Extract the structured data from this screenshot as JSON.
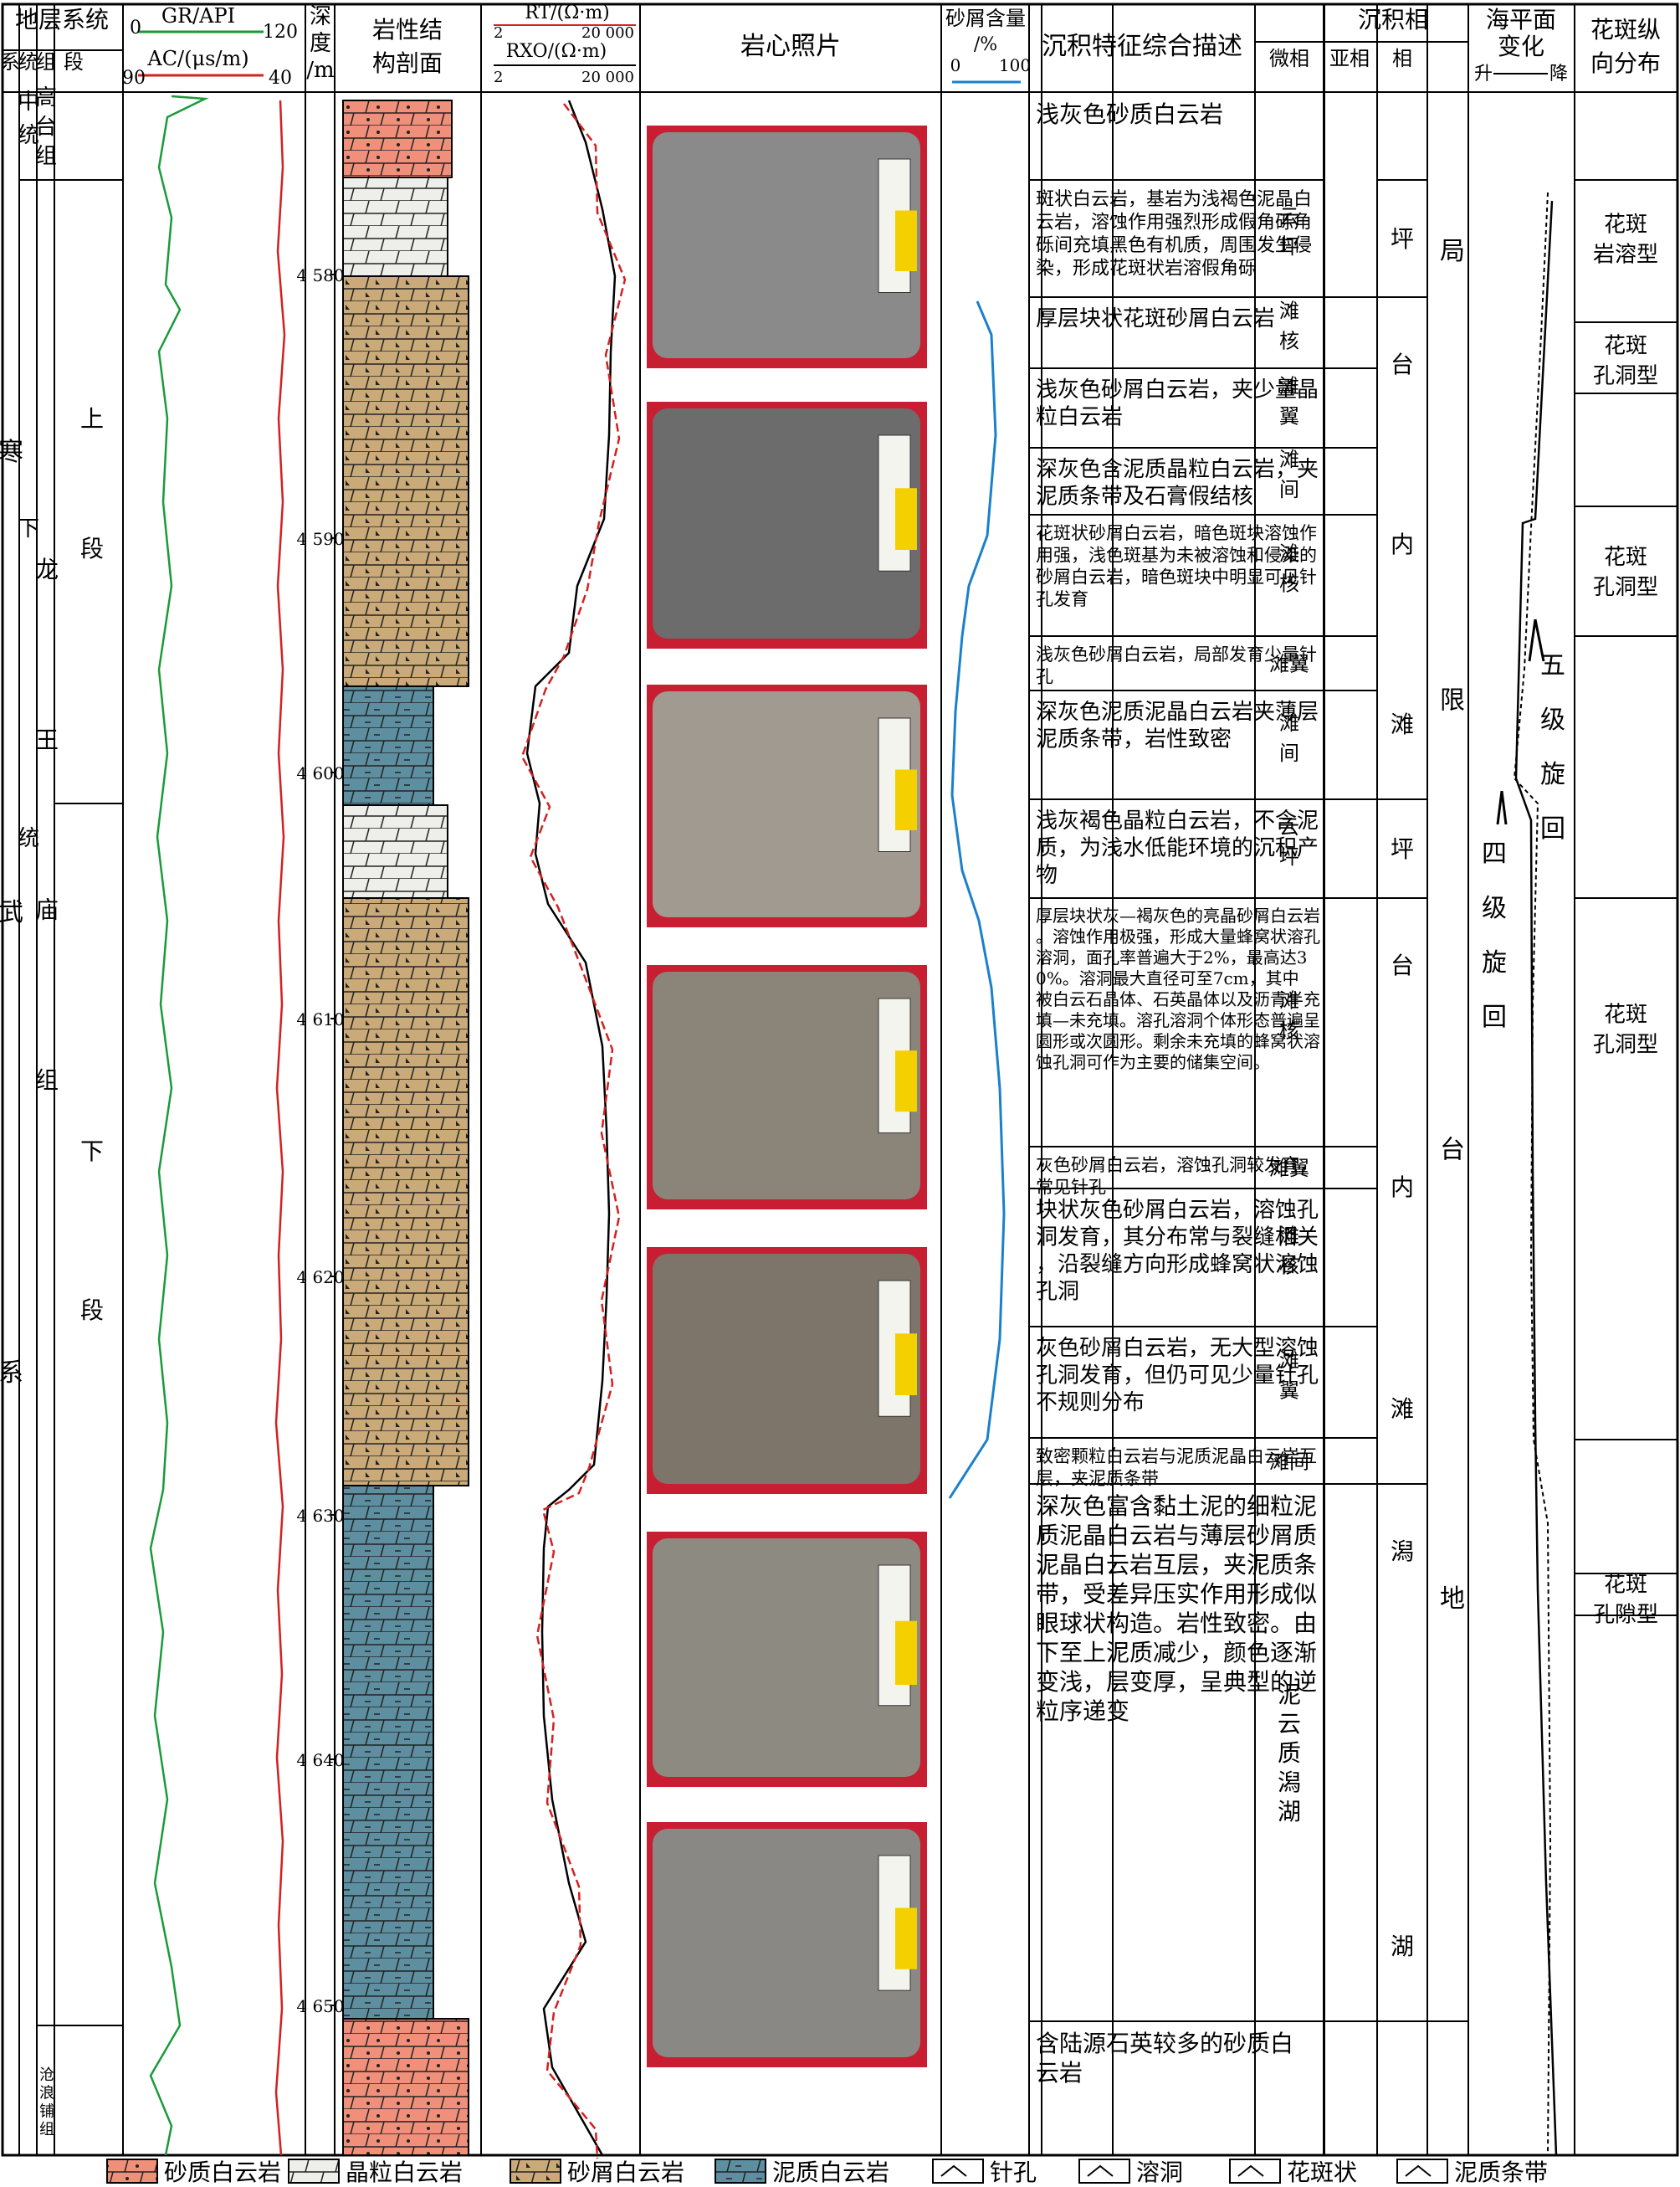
{
  "header": {
    "strat": "地层系统",
    "xi": "系",
    "tong": "统",
    "zu": "组",
    "duan": "段",
    "gr_label": "GR/API",
    "gr_min": "0",
    "gr_max": "120",
    "ac_label": "AC/(μs/m)",
    "ac_min": "90",
    "ac_max": "40",
    "depth_1": "深",
    "depth_2": "度",
    "depth_3": "/m",
    "litho_1": "岩性结",
    "litho_2": "构剖面",
    "rt_label": "RT/(Ω·m)",
    "rxo_label": "RXO/(Ω·m)",
    "rt_min": "2",
    "rt_max": "20 000",
    "photo": "岩心照片",
    "sand_1": "砂屑含量",
    "sand_2": "/%",
    "sand_min": "0",
    "sand_max": "100",
    "desc": "沉积特征综合描述",
    "facies": "沉积相",
    "micro": "微相",
    "sub": "亚相",
    "phase": "相",
    "sea_1": "海平面",
    "sea_2": "变化",
    "sea_up": "升",
    "sea_down": "降",
    "hb_1": "花斑纵",
    "hb_2": "向分布"
  },
  "strata": {
    "system": "寒武系",
    "series_middle": "中统",
    "series_lower": "下统",
    "formation_gaotai": "高台组",
    "formation_longwangmiao": "龙王庙组",
    "formation_canglangpu": "沧浪铺组",
    "member_upper": "上段",
    "member_lower": "下段"
  },
  "depth_ticks": [
    "4 580",
    "4 590",
    "4 600",
    "4 610",
    "4 620",
    "4 630",
    "4 640",
    "4 650"
  ],
  "descriptions": [
    "浅灰色砂质白云岩",
    "斑状白云岩，基岩为浅褐色泥晶白云岩，溶蚀作用强烈形成假角砾角砾间充填黑色有机质，周围发生侵染，形成花斑状岩溶假角砾",
    "厚层块状花斑砂屑白云岩",
    "浅灰色砂屑白云岩，夹少量晶粒白云岩",
    "深灰色含泥质晶粒白云岩，夹泥质条带及石膏假结核",
    "花斑状砂屑白云岩，暗色斑块溶蚀作用强，浅色斑基为未被溶蚀和侵染的砂屑白云岩，暗色斑块中明显可见针孔发育",
    "浅灰色砂屑白云岩，局部发育少量针孔",
    "深灰色泥质泥晶白云岩夹薄层泥质条带，岩性致密",
    "浅灰褐色晶粒白云岩，不含泥质，为浅水低能环境的沉积产物",
    "厚层块状灰—褐灰色的亮晶砂屑白云岩。溶蚀作用极强，形成大量蜂窝状溶孔溶洞，面孔率普遍大于2%，最高达30%。溶洞最大直径可至7cm，其中被白云石晶体、石英晶体以及沥青半充填—未充填。溶孔溶洞个体形态普遍呈圆形或次圆形。剩余未充填的蜂窝状溶蚀孔洞可作为主要的储集空间。",
    "灰色砂屑白云岩，溶蚀孔洞较发育，常见针孔",
    "块状灰色砂屑白云岩，溶蚀孔洞发育，其分布常与裂缝相关，沿裂缝方向形成蜂窝状溶蚀孔洞",
    "灰色砂屑白云岩，无大型溶蚀孔洞发育，但仍可见少量针孔不规则分布",
    "致密颗粒白云岩与泥质泥晶白云岩互层，夹泥质条带",
    "深灰色富含黏土泥的细粒泥质泥晶白云岩与薄层砂屑质泥晶白云岩互层，夹泥质条带，受差异压实作用形成似眼球状构造。岩性致密。由下至上泥质减少，颜色逐渐变浅，层变厚，呈典型的逆粒序递变",
    "含陆源石英较多的砂质白云岩"
  ],
  "micro_facies": [
    "云坪",
    "滩核",
    "滩翼",
    "滩间",
    "滩核",
    "滩翼",
    "滩间",
    "云坪",
    "滩核",
    "滩翼",
    "滩核",
    "滩翼",
    "滩间",
    "泥云质潟湖"
  ],
  "sub_facies": [
    "坪",
    "台内滩",
    "坪",
    "台内滩",
    "潟湖"
  ],
  "facies": "局限台地",
  "cycles": {
    "fifth": "五级旋回",
    "fourth": "四级旋回"
  },
  "hb_distribution": [
    "花斑岩溶型",
    "花斑孔洞型",
    "花斑孔洞型",
    "花斑孔洞型",
    "花斑孔隙型"
  ],
  "legend": [
    "砂质白云岩",
    "晶粒白云岩",
    "砂屑白云岩",
    "泥质白云岩",
    "针孔",
    "溶洞",
    "花斑状",
    "泥质条带"
  ],
  "colors": {
    "sandy_dolomite": "#f0907a",
    "crystal_dolomite": "#eeeeea",
    "sandclast_dolomite": "#c9aa78",
    "muddy_dolomite": "#5e8fa0",
    "gr_curve": "#1a9a3a",
    "ac_curve": "#d42020",
    "rt_curve": "#d42020",
    "rxo_curve": "#000000",
    "sand_curve": "#1a80cc",
    "photo_bg": "#c81e32"
  }
}
